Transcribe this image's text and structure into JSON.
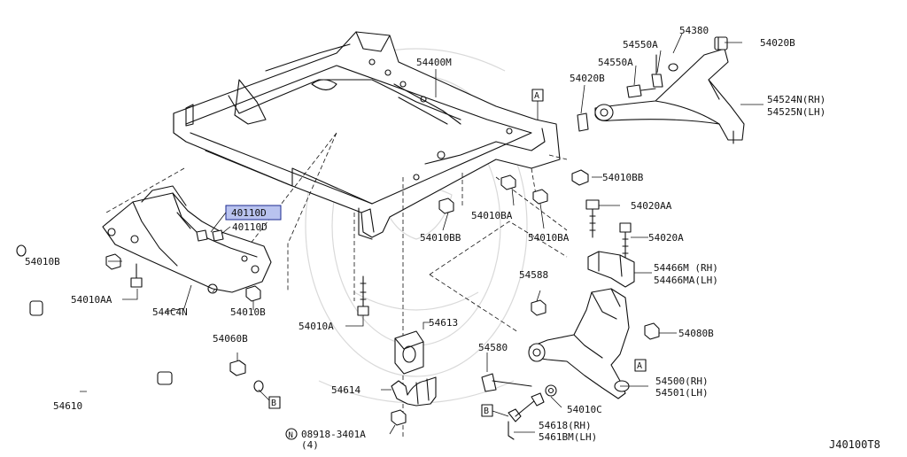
{
  "diagram": {
    "code": "J40100T8",
    "highlight_fill": "#b9c3ef",
    "highlight_stroke": "#1b2a8f",
    "labels": {
      "p54400M": "54400M",
      "p54380": "54380",
      "p54550A_1": "54550A",
      "p54020B_1": "54020B",
      "p54550A_2": "54550A",
      "p54020B_2": "54020B",
      "p54524N": "54524N(RH)",
      "p54525N": "54525N(LH)",
      "p54010BB_1": "54010BB",
      "p40110D_hl": "40110D",
      "p40110D": "40110D",
      "p54010BA_1": "54010BA",
      "p54010BB_2": "54010BB",
      "p54010BA_2": "54010BA",
      "p54020AA": "54020AA",
      "p54020A": "54020A",
      "p54010B_1": "54010B",
      "p54466M": "54466M (RH)",
      "p54466MA": "54466MA(LH)",
      "p54010AA": "54010AA",
      "p544C4N": "544C4N",
      "p54010B_2": "54010B",
      "p54588": "54588",
      "p54010A": "54010A",
      "p54613": "54613",
      "p54080B": "54080B",
      "p54060B": "54060B",
      "p54580": "54580",
      "p54500": "54500(RH)",
      "p54501": "54501(LH)",
      "p54610": "54610",
      "p54614": "54614",
      "p54010C": "54010C",
      "p08918": "08918-3401A",
      "p08918_qty": "(4)",
      "p54618": "54618(RH)",
      "p5461BM": "5461BM(LH)"
    },
    "ref_marks": {
      "A_top": "A",
      "A_bottom": "A",
      "B_left": "B",
      "B_bottom": "B",
      "N_circle": "N"
    }
  }
}
